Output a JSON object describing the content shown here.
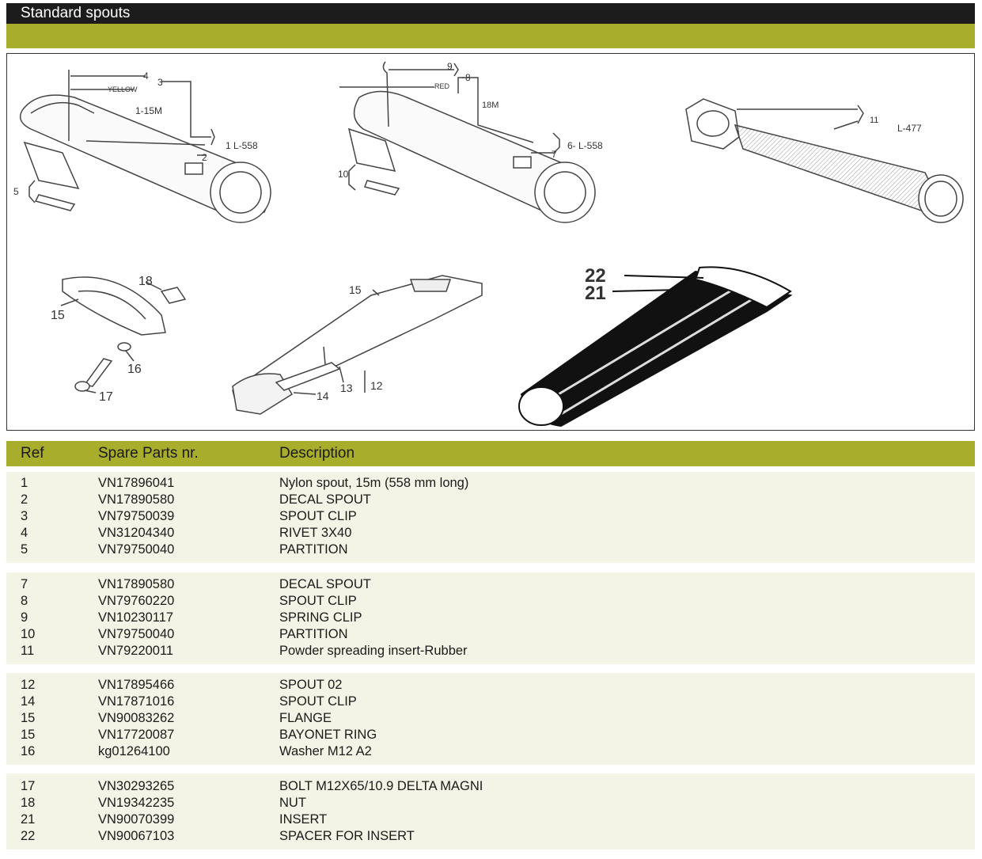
{
  "section_title": "Standard spouts",
  "diagram": {
    "label_yellow": "YELLOW",
    "label_15m": "1-15M",
    "label_l558_1": "1 L-558",
    "label_red": "RED",
    "label_18m": "18M",
    "label_l558_6": "6- L-558",
    "label_l477": "L-477",
    "callouts": [
      "1",
      "2",
      "3",
      "4",
      "5",
      "6",
      "7",
      "8",
      "9",
      "10",
      "11",
      "12",
      "13",
      "14",
      "15",
      "15",
      "16",
      "17",
      "18",
      "21",
      "22"
    ]
  },
  "table": {
    "headers": {
      "ref": "Ref",
      "part": "Spare Parts nr.",
      "desc": "Description"
    },
    "groups": [
      {
        "rows": [
          {
            "ref": "1",
            "part": "VN17896041",
            "desc": "Nylon spout, 15m (558 mm long)"
          },
          {
            "ref": "2",
            "part": "VN17890580",
            "desc": "DECAL SPOUT"
          },
          {
            "ref": "3",
            "part": "VN79750039",
            "desc": "SPOUT CLIP"
          },
          {
            "ref": "4",
            "part": "VN31204340",
            "desc": "RIVET 3X40"
          },
          {
            "ref": "5",
            "part": "VN79750040",
            "desc": "PARTITION"
          }
        ]
      },
      {
        "rows": [
          {
            "ref": "7",
            "part": "VN17890580",
            "desc": "DECAL SPOUT"
          },
          {
            "ref": "8",
            "part": "VN79760220",
            "desc": "SPOUT CLIP"
          },
          {
            "ref": "9",
            "part": "VN10230117",
            "desc": "SPRING CLIP"
          },
          {
            "ref": "10",
            "part": "VN79750040",
            "desc": "PARTITION"
          },
          {
            "ref": "11",
            "part": "VN79220011",
            "desc": "Powder spreading insert-Rubber"
          }
        ]
      },
      {
        "rows": [
          {
            "ref": "12",
            "part": "VN17895466",
            "desc": "SPOUT 02"
          },
          {
            "ref": "14",
            "part": "VN17871016",
            "desc": "SPOUT CLIP"
          },
          {
            "ref": "15",
            "part": "VN90083262",
            "desc": "FLANGE"
          },
          {
            "ref": "15",
            "part": "VN17720087",
            "desc": "BAYONET RING"
          },
          {
            "ref": "16",
            "part": "kg01264100",
            "desc": "Washer M12 A2"
          }
        ]
      },
      {
        "rows": [
          {
            "ref": "17",
            "part": "VN30293265",
            "desc": "BOLT M12X65/10.9 DELTA MAGNI"
          },
          {
            "ref": "18",
            "part": "VN19342235",
            "desc": "NUT"
          },
          {
            "ref": "21",
            "part": "VN90070399",
            "desc": "INSERT"
          },
          {
            "ref": "22",
            "part": "VN90067103",
            "desc": "SPACER FOR INSERT"
          }
        ]
      }
    ]
  }
}
